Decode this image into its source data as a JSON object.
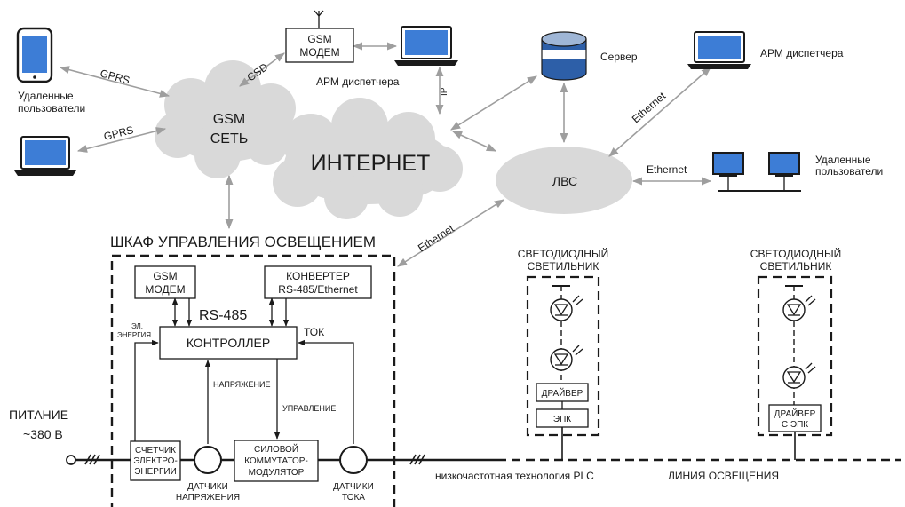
{
  "labels": {
    "gsm_modem_top": [
      "GSM",
      "МОДЕМ"
    ],
    "server": "Сервер",
    "arm_top_right": "АРМ диспетчера",
    "arm_center": "АРМ диспетчера",
    "remote_users_left": [
      "Удаленные",
      "пользователи"
    ],
    "remote_users_right": [
      "Удаленные",
      "пользователи"
    ],
    "gsm_net": [
      "GSM",
      "СЕТЬ"
    ],
    "internet": "ИНТЕРНЕТ",
    "lan": "ЛВС",
    "gprs1": "GPRS",
    "gprs2": "GPRS",
    "csd": "CSD",
    "ip": "IP",
    "ethernet_diag_top": "Ethernet",
    "ethernet_right": "Ethernet",
    "ethernet_cabinet": "Ethernet",
    "cabinet_title": "ШКАФ УПРАВЛЕНИЯ ОСВЕЩЕНИЕМ",
    "cab_gsm_modem": [
      "GSM",
      "МОДЕМ"
    ],
    "converter": [
      "КОНВЕРТЕР",
      "RS-485/Ethernet"
    ],
    "rs485": "RS-485",
    "controller": "КОНТРОЛЛЕР",
    "energy": [
      "ЭЛ.",
      "ЭНЕРГИЯ"
    ],
    "current": "ТОК",
    "voltage": "НАПРЯЖЕНИЕ",
    "control": "УПРАВЛЕНИЕ",
    "meter": [
      "СЧЕТЧИК",
      "ЭЛЕКТРО-",
      "ЭНЕРГИИ"
    ],
    "power_switch": [
      "СИЛОВОЙ",
      "КОММУТАТОР-",
      "МОДУЛЯТОР"
    ],
    "voltage_sensors": [
      "ДАТЧИКИ",
      "НАПРЯЖЕНИЯ"
    ],
    "current_sensors": [
      "ДАТЧИКИ",
      "ТОКА"
    ],
    "power_supply": [
      "ПИТАНИЕ",
      "~380 В"
    ],
    "plc": "низкочастотная технология PLC",
    "lighting_line": "ЛИНИЯ ОСВЕЩЕНИЯ",
    "led_lamp_1": [
      "СВЕТОДИОДНЫЙ",
      "СВЕТИЛЬНИК"
    ],
    "led_lamp_2": [
      "СВЕТОДИОДНЫЙ",
      "СВЕТИЛЬНИК"
    ],
    "driver": "ДРАЙВЕР",
    "epk": "ЭПК",
    "driver_epk": [
      "ДРАЙВЕР",
      "С ЭПК"
    ]
  },
  "colors": {
    "device_blue": "#3d7dd6",
    "cloud_gray": "#d9d9d9",
    "arrow_gray": "#9e9e9e",
    "server_blue": "#2d5fa8"
  },
  "icons": [
    "smartphone-icon",
    "laptop-icon",
    "antenna-icon",
    "server-icon",
    "led-diode-icon"
  ]
}
